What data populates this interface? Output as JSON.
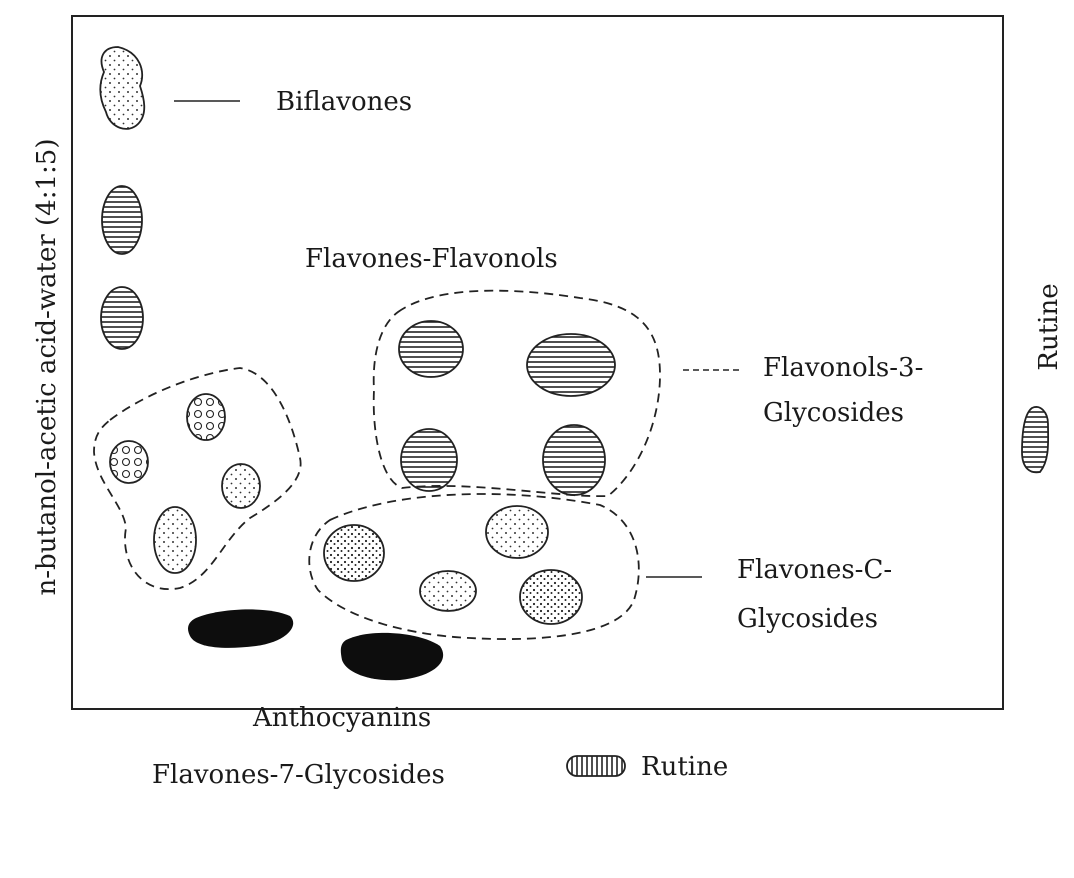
{
  "labels": {
    "biflavones": "Biflavones",
    "flavones_flavonols": "Flavones-Flavonols",
    "flavonols_3_line1": "Flavonols-3-",
    "flavonols_3_line2": "Glycosides",
    "flavones_c_line1": "Flavones-C-",
    "flavones_c_line2": "Glycosides",
    "anthocyanins": "Anthocyanins",
    "flavones_7": "Flavones-7-Glycosides",
    "y_axis": "n-butanol-acetic acid-water (4:1:5)",
    "x_reference": "Rutine",
    "y_reference": "Rutine"
  }
}
